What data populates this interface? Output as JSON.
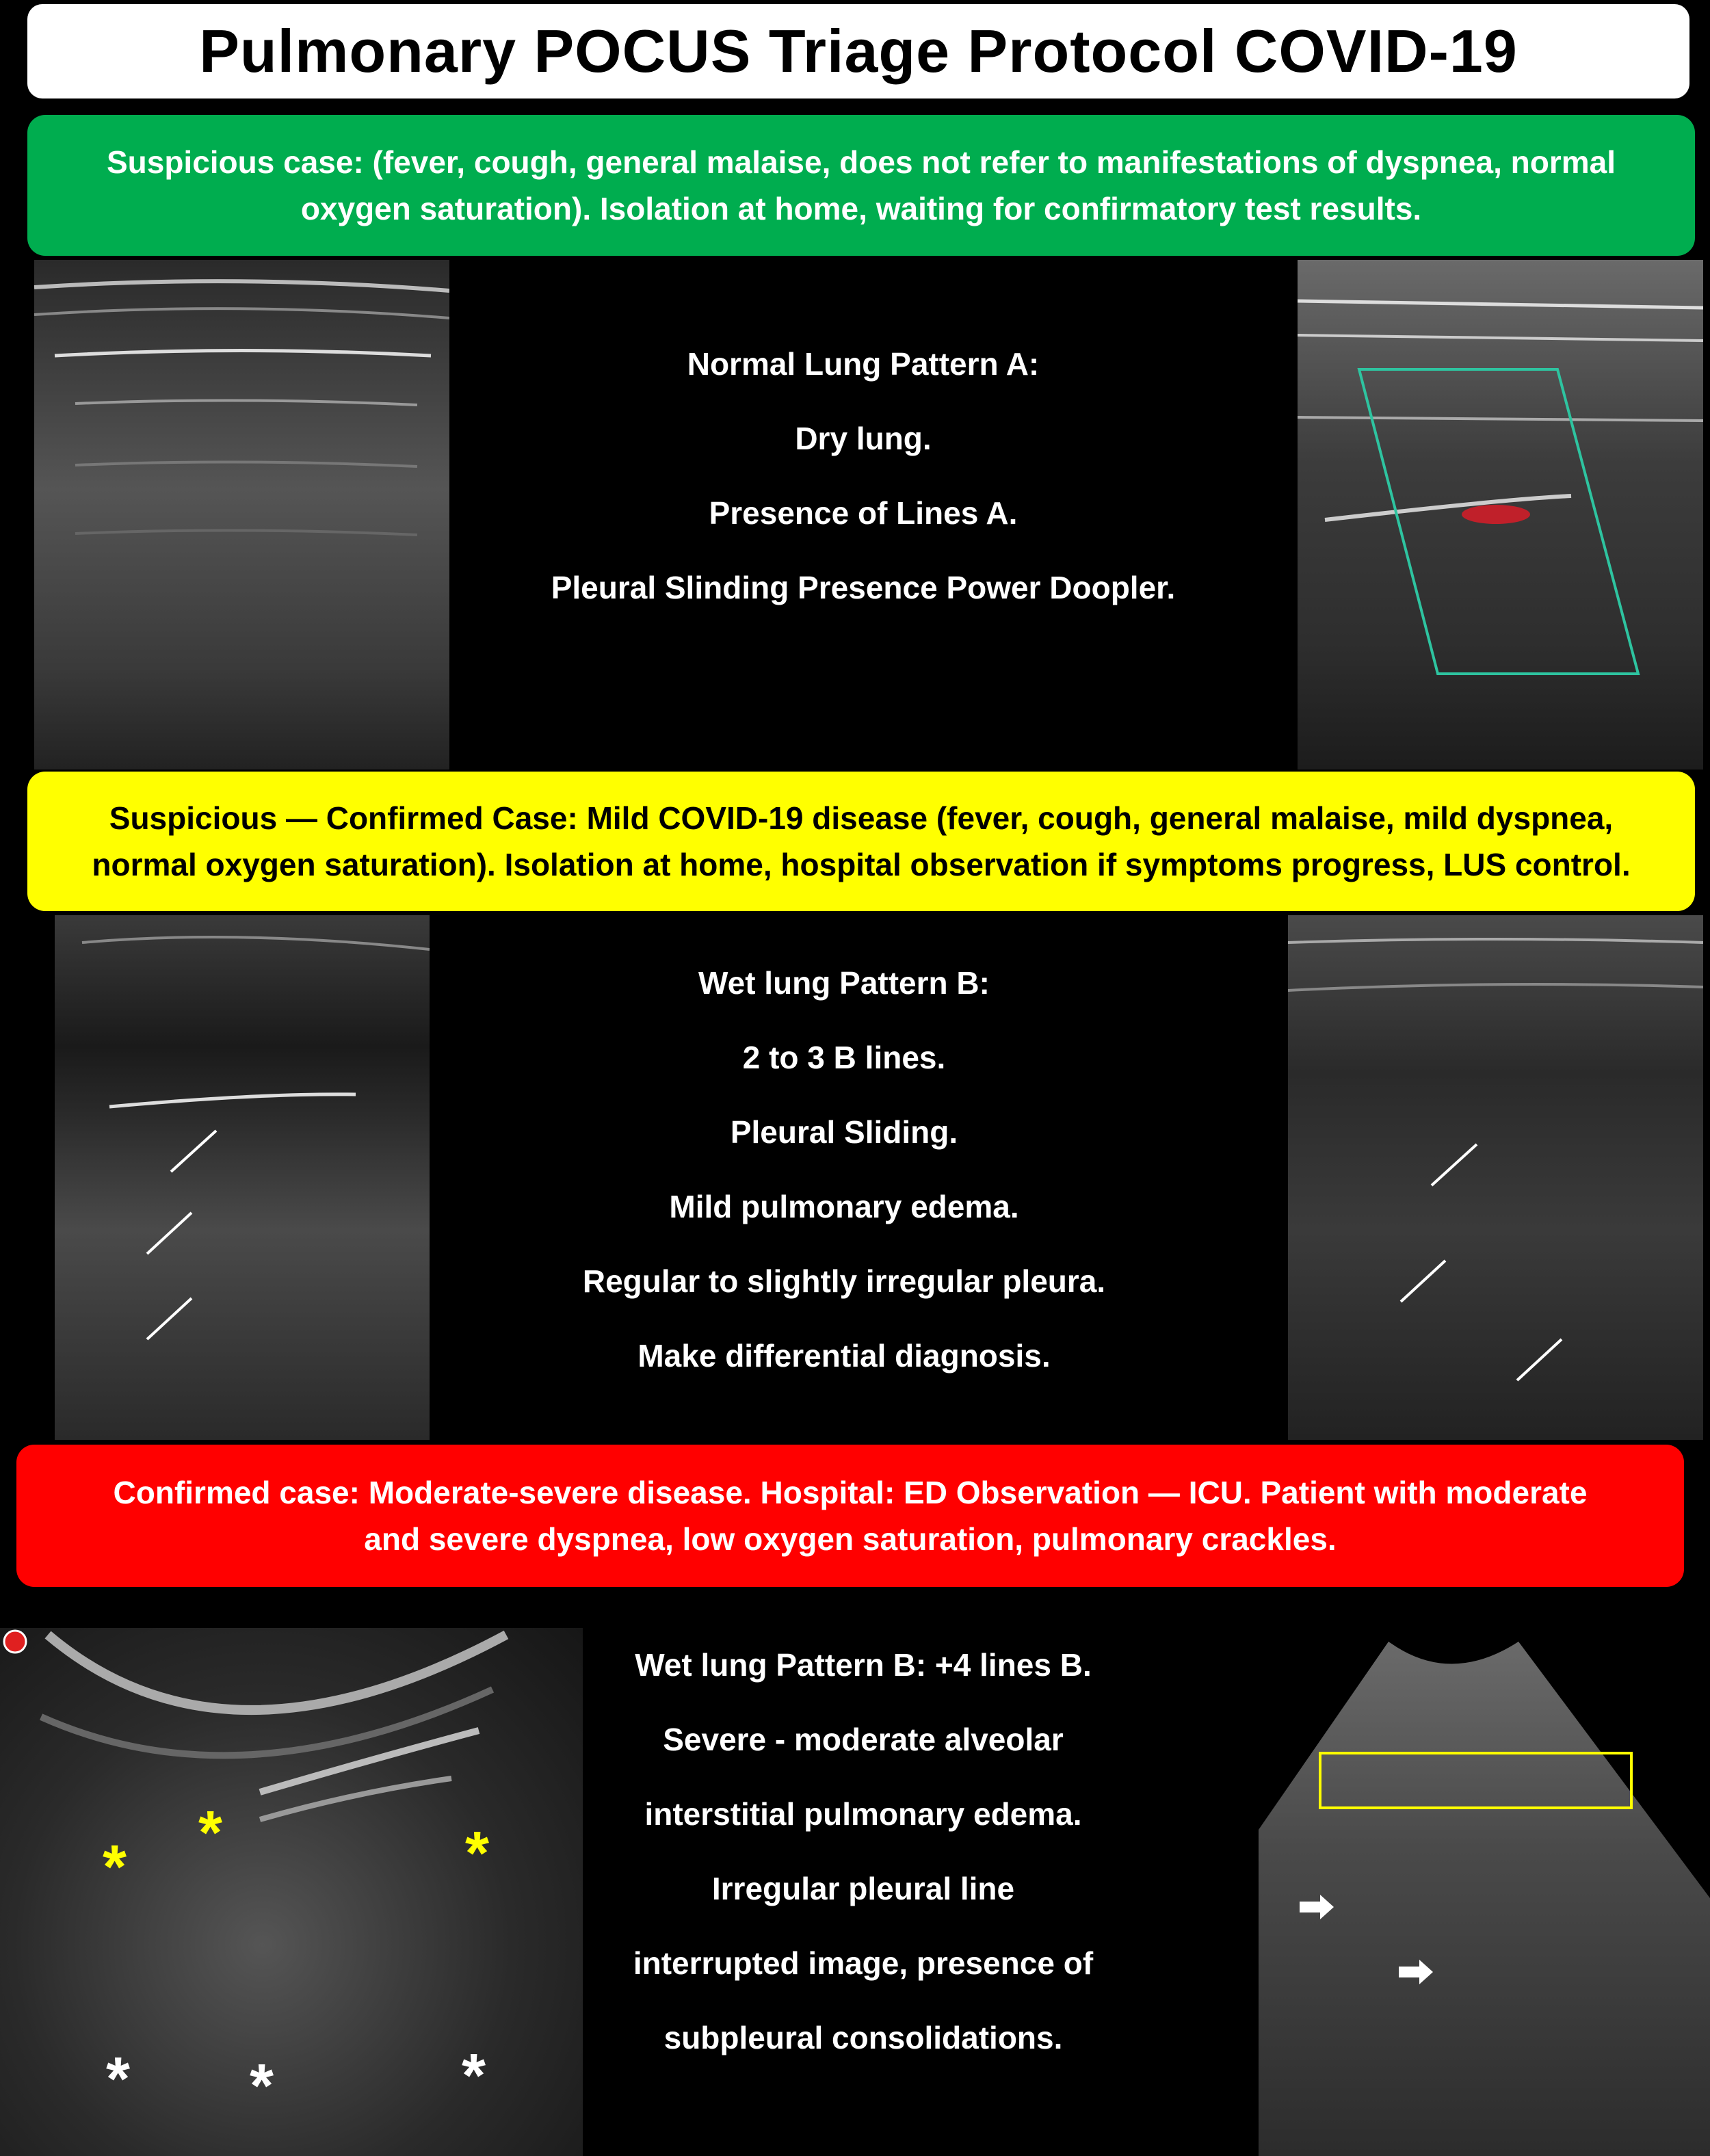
{
  "title": "Pulmonary POCUS Triage Protocol COVID-19",
  "sections": [
    {
      "banner_color": "#00ad4f",
      "banner_lines": [
        "Suspicious case: (fever, cough, general malaise, does not refer to manifestations of dyspnea, normal",
        "oxygen saturation). Isolation at home, waiting for confirmatory test results."
      ],
      "description": [
        "Normal Lung Pattern A:",
        "Dry lung.",
        "Presence of Lines A.",
        "Pleural Slinding Presence Power Doopler."
      ]
    },
    {
      "banner_color": "#ffff00",
      "banner_lines": [
        "Suspicious — Confirmed Case: Mild COVID-19 disease (fever, cough, general malaise, mild dyspnea,",
        "normal oxygen saturation). Isolation at home, hospital observation if symptoms progress, LUS control."
      ],
      "description": [
        "Wet lung Pattern B:",
        "2 to 3 B lines.",
        "Pleural Sliding.",
        "Mild pulmonary edema.",
        "Regular to slightly irregular pleura.",
        "Make differential diagnosis."
      ]
    },
    {
      "banner_color": "#ff0000",
      "banner_lines": [
        "Confirmed case: Moderate-severe disease.  Hospital: ED Observation — ICU. Patient with moderate",
        "and severe dyspnea, low oxygen saturation, pulmonary crackles."
      ],
      "description": [
        "Wet lung Pattern B: +4 lines B.",
        "Severe - moderate alveolar",
        "interstitial pulmonary edema.",
        "Irregular pleural line",
        "interrupted image, presence of",
        "subpleural consolidations."
      ]
    }
  ],
  "annotation_colors": {
    "roi_box_doppler": "#2ec4a0",
    "roi_box_yellow": "#ffff00",
    "asterisk_yellow": "#ffff00",
    "asterisk_white": "#ffffff",
    "doppler_flow": "#c0202a"
  }
}
